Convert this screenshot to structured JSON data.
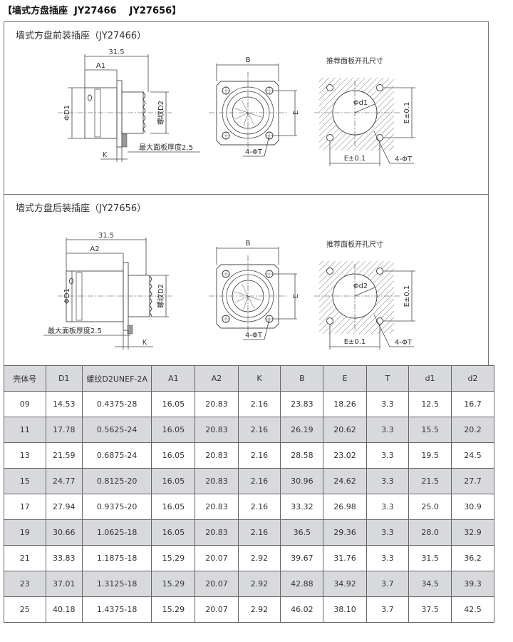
{
  "title": "【墙式方盘插座  JY27466    JY27656】",
  "sections": [
    {
      "title": "墙式方盘前装插座（JY27466）",
      "side": {
        "overall": "31.5",
        "a": "A1",
        "d1": "ΦD1",
        "d2": "螺纹D2",
        "panel": "最大面板厚度2.5",
        "k": "K"
      },
      "front": {
        "b": "B",
        "e": "E",
        "holes": "4-ΦT"
      },
      "cutout": {
        "title": "推荐面板开孔尺寸",
        "dia": "Φd1",
        "e_h": "E±0.1",
        "e_v": "E±0.1",
        "holes": "4-ΦT"
      }
    },
    {
      "title": "墙式方盘后装插座（JY27656）",
      "side": {
        "overall": "31.5",
        "a": "A2",
        "d1": "ΦD1",
        "d2": "螺纹D2",
        "panel": "最大面板厚度2.5",
        "k": "K"
      },
      "front": {
        "b": "B",
        "e": "E",
        "holes": "4-ΦT"
      },
      "cutout": {
        "title": "推荐面板开孔尺寸",
        "dia": "Φd2",
        "e_h": "E±0.1",
        "e_v": "E±0.1",
        "holes": "4-ΦT"
      }
    }
  ],
  "table": {
    "headers": [
      "壳体号",
      "D1",
      "螺纹D2UNEF-2A",
      "A1",
      "A2",
      "K",
      "B",
      "E",
      "T",
      "d1",
      "d2"
    ],
    "rows": [
      [
        "09",
        "14.53",
        "0.4375-28",
        "16.05",
        "20.83",
        "2.16",
        "23.83",
        "18.26",
        "3.3",
        "12.5",
        "16.7"
      ],
      [
        "11",
        "17.78",
        "0.5625-24",
        "16.05",
        "20.83",
        "2.16",
        "26.19",
        "20.62",
        "3.3",
        "15.5",
        "20.2"
      ],
      [
        "13",
        "21.59",
        "0.6875-24",
        "16.05",
        "20.83",
        "2.16",
        "28.58",
        "23.02",
        "3.3",
        "19.5",
        "24.5"
      ],
      [
        "15",
        "24.77",
        "0.8125-20",
        "16.05",
        "20.83",
        "2.16",
        "30.96",
        "24.62",
        "3.3",
        "21.5",
        "27.7"
      ],
      [
        "17",
        "27.94",
        "0.9375-20",
        "16.05",
        "20.83",
        "2.16",
        "33.32",
        "26.98",
        "3.3",
        "25.0",
        "30.9"
      ],
      [
        "19",
        "30.66",
        "1.0625-18",
        "16.05",
        "20.83",
        "2.16",
        "36.5",
        "29.36",
        "3.3",
        "28.0",
        "32.9"
      ],
      [
        "21",
        "33.83",
        "1.1875-18",
        "15.29",
        "20.07",
        "2.92",
        "39.67",
        "31.76",
        "3.3",
        "31.5",
        "36.2"
      ],
      [
        "23",
        "37.01",
        "1.3125-18",
        "15.29",
        "20.07",
        "2.92",
        "42.88",
        "34.92",
        "3.7",
        "34.5",
        "39.3"
      ],
      [
        "25",
        "40.18",
        "1.4375-18",
        "15.29",
        "20.07",
        "2.92",
        "46.02",
        "38.10",
        "3.7",
        "37.5",
        "42.5"
      ]
    ]
  }
}
